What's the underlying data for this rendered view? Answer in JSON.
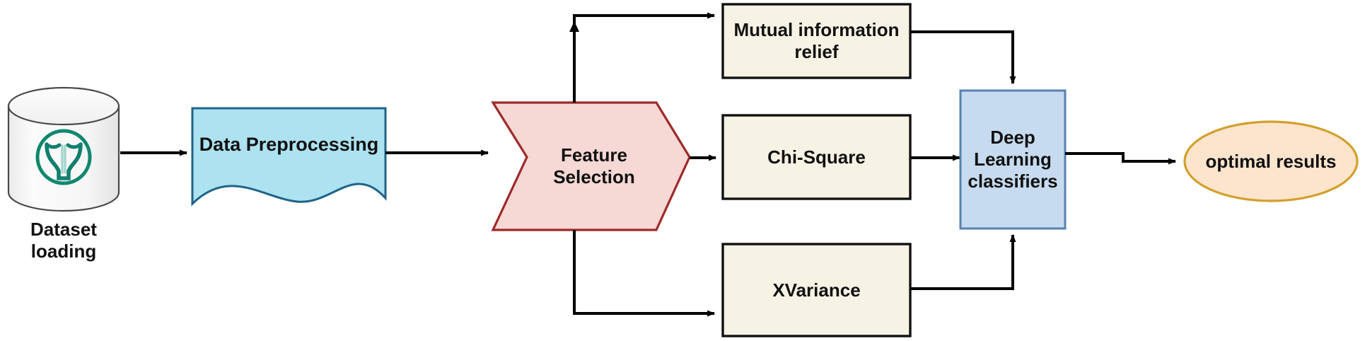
{
  "diagram": {
    "title": "Feature selection and deep learning classification pipeline",
    "background_color": "#ffffff",
    "nodes": {
      "dataset": {
        "label": "Dataset\nloading",
        "shape": "cylinder",
        "fill": "#f7f7f7",
        "stroke": "#555555",
        "icon": "uterus-medical-icon",
        "icon_color": "#10876e"
      },
      "preprocessing": {
        "label": "Data Preprocessing",
        "shape": "document",
        "fill": "#ade2f0",
        "stroke": "#1f5f8b"
      },
      "feature_selection": {
        "label": "Feature\nSelection",
        "shape": "chevron",
        "fill": "#f6d7d4",
        "stroke": "#9e2a2b"
      },
      "mutual_information": {
        "label": "Mutual information\nrelief",
        "shape": "rectangle",
        "fill": "#f6f3e4",
        "stroke": "#111111"
      },
      "chi_square": {
        "label": "Chi-Square",
        "shape": "rectangle",
        "fill": "#f6f3e4",
        "stroke": "#111111"
      },
      "xvariance": {
        "label": "XVariance",
        "shape": "rectangle",
        "fill": "#f6f3e4",
        "stroke": "#111111"
      },
      "deep_learning": {
        "label": "Deep\nLearning\nclassifiers",
        "shape": "rectangle",
        "fill": "#c6dbef",
        "stroke": "#4f7bab"
      },
      "optimal_results": {
        "label": "optimal results",
        "shape": "ellipse",
        "fill": "#fce4cd",
        "stroke": "#d2a02a"
      }
    },
    "edges": [
      {
        "from": "dataset",
        "to": "preprocessing",
        "style": "arrow"
      },
      {
        "from": "preprocessing",
        "to": "feature_selection",
        "style": "arrow"
      },
      {
        "from": "feature_selection",
        "to": "mutual_information",
        "style": "arrow"
      },
      {
        "from": "feature_selection",
        "to": "chi_square",
        "style": "arrow"
      },
      {
        "from": "feature_selection",
        "to": "xvariance",
        "style": "arrow"
      },
      {
        "from": "mutual_information",
        "to": "deep_learning",
        "style": "arrow"
      },
      {
        "from": "chi_square",
        "to": "deep_learning",
        "style": "arrow"
      },
      {
        "from": "xvariance",
        "to": "deep_learning",
        "style": "arrow"
      },
      {
        "from": "deep_learning",
        "to": "optimal_results",
        "style": "arrow"
      }
    ]
  }
}
